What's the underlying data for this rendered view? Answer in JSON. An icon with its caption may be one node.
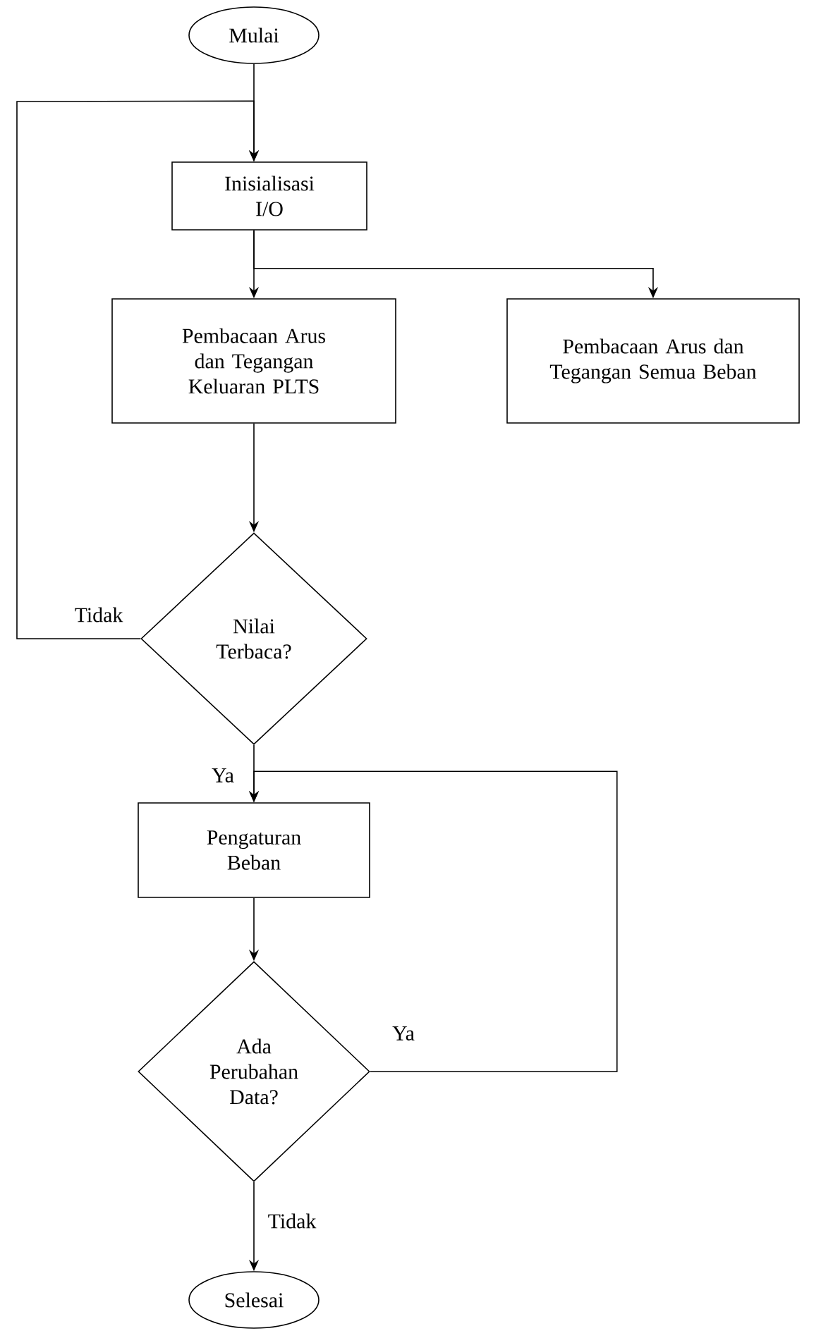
{
  "diagram": {
    "nodes": [
      {
        "text": [
          "Mulai"
        ]
      },
      {
        "text": [
          "Inisialisasi I/O"
        ]
      },
      {
        "text": [
          "Pembacaan Arus dan Tegangan Keluaran PLTS"
        ]
      },
      {
        "text": [
          "Pembacaan Arus dan Tegangan Semua Beban"
        ]
      },
      {
        "text": [
          "Nilai Terbaca?"
        ]
      },
      {
        "text": [
          "Pengaturan Beban"
        ]
      },
      {
        "text": [
          "Ada Perubahan Data?"
        ]
      },
      {
        "text": [
          "Selesai"
        ]
      }
    ],
    "edges": [
      {
        "from": 0,
        "to": 1,
        "arrow": "to"
      },
      {
        "from": 1,
        "to": 2,
        "arrow": "to"
      },
      {
        "from": 1,
        "to": 3,
        "arrow": "to"
      },
      {
        "from": 2,
        "to": 4,
        "arrow": "to"
      },
      {
        "from": 4,
        "to": 1,
        "arrow": "to",
        "label": "Tidak"
      },
      {
        "from": 4,
        "to": 5,
        "arrow": "to",
        "label": "Ya"
      },
      {
        "from": 5,
        "to": 6,
        "arrow": "to"
      },
      {
        "from": 6,
        "to": 5,
        "arrow": "to",
        "label": "Ya"
      },
      {
        "from": 6,
        "to": 7,
        "arrow": "to",
        "label": "Tidak"
      }
    ]
  }
}
